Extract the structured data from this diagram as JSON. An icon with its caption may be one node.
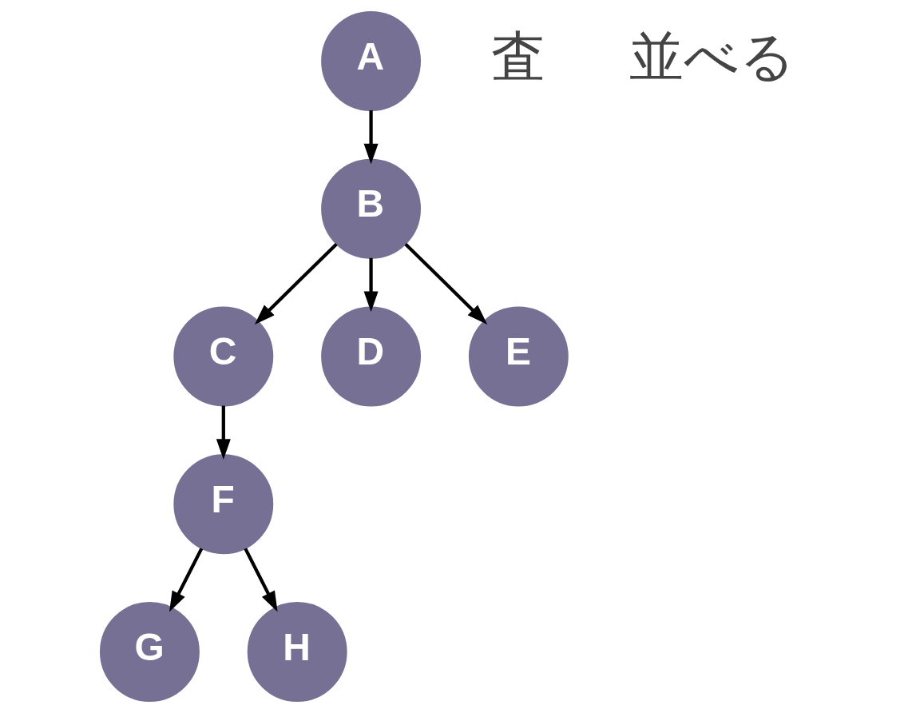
{
  "diagram": {
    "nodes": [
      {
        "text": [
          "A"
        ]
      },
      {
        "text": [
          "B"
        ]
      },
      {
        "text": [
          "C"
        ]
      },
      {
        "text": [
          "D"
        ]
      },
      {
        "text": [
          "E"
        ]
      },
      {
        "text": [
          "F"
        ]
      },
      {
        "text": [
          "G"
        ]
      },
      {
        "text": [
          "H"
        ]
      }
    ],
    "edges": [
      {
        "from": 0,
        "to": 1,
        "arrow": "to"
      },
      {
        "from": 1,
        "to": 2,
        "arrow": "to"
      },
      {
        "from": 1,
        "to": 3,
        "arrow": "to"
      },
      {
        "from": 1,
        "to": 4,
        "arrow": "to"
      },
      {
        "from": 2,
        "to": 5,
        "arrow": "to"
      },
      {
        "from": 5,
        "to": 6,
        "arrow": "to"
      },
      {
        "from": 5,
        "to": 7,
        "arrow": "to"
      }
    ],
    "labels": [
      "査",
      "並べる"
    ]
  }
}
